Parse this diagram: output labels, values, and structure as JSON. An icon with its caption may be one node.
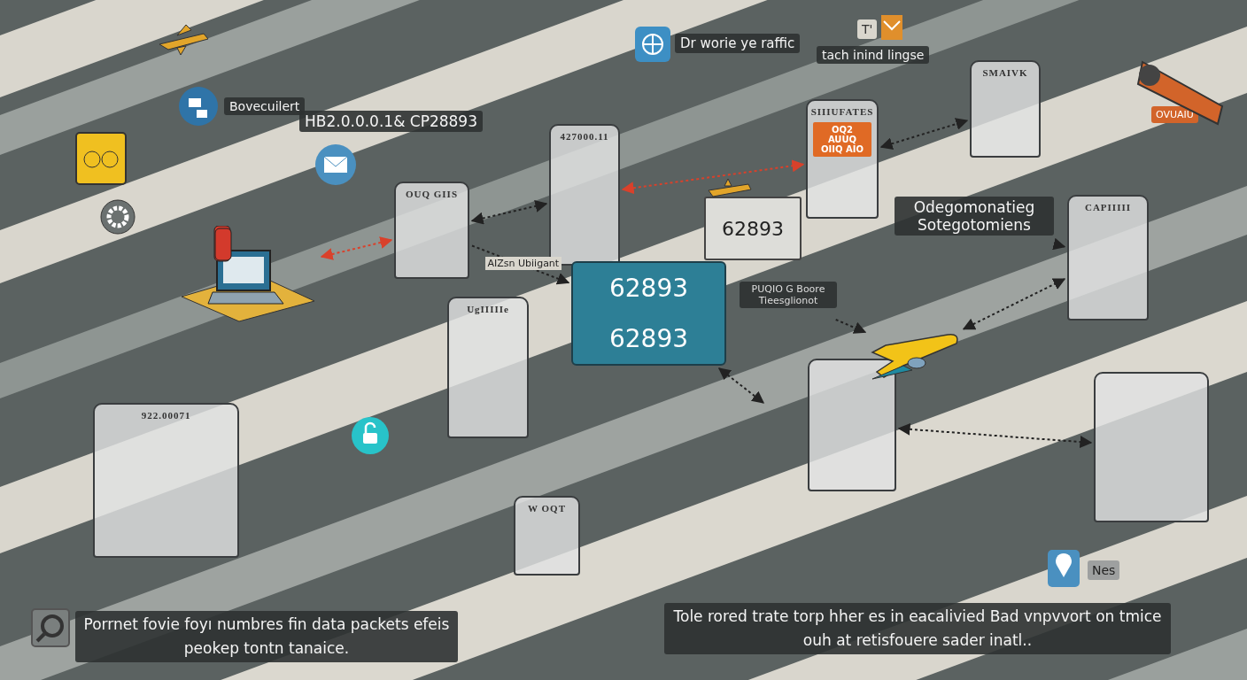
{
  "diagram": {
    "nodes": [
      {
        "text": [
          "OUQ GIIS"
        ]
      },
      {
        "text": [
          "427000.11"
        ]
      },
      {
        "text": [
          "SIIIUFATES",
          "OQ2 AUUQ OIIQ AIO"
        ]
      },
      {
        "text": [
          "SMAIVK"
        ]
      },
      {
        "text": [
          "62893",
          "62893"
        ]
      },
      {
        "text": [
          "62893"
        ]
      },
      {
        "text": [
          "UgIIIIIe"
        ]
      },
      {
        "text": [
          "CAPIIIII"
        ]
      },
      {
        "text": [
          "922.00071"
        ]
      },
      {
        "text": [],
        "shape": "box"
      },
      {
        "text": [],
        "shape": "box"
      },
      {
        "text": [
          "W OQT"
        ]
      },
      {
        "text": [],
        "shape": "picture"
      },
      {
        "text": [
          "Odegomonatieg Sotegotomiens"
        ]
      },
      {
        "text": [
          "PUQIO G Boore Tieesglionot"
        ]
      },
      {
        "text": [],
        "shape": "picture"
      }
    ],
    "edges": [
      {
        "from": 12,
        "to": 0,
        "arrow": "both",
        "style": "dashed",
        "color": "#d9412b"
      },
      {
        "from": 0,
        "to": 1,
        "arrow": "both",
        "style": "dashed"
      },
      {
        "from": 0,
        "to": 4,
        "arrow": "to",
        "style": "dashed",
        "label": "AIZsn Ubiigant"
      },
      {
        "from": 1,
        "to": 2,
        "arrow": "both",
        "style": "dashed",
        "color": "#d9412b"
      },
      {
        "from": 2,
        "to": 3,
        "arrow": "both",
        "style": "dashed"
      },
      {
        "from": 13,
        "to": 7,
        "arrow": "to",
        "style": "dashed"
      },
      {
        "from": 14,
        "to": 15,
        "arrow": "to",
        "style": "dashed"
      },
      {
        "from": 15,
        "to": 7,
        "arrow": "both",
        "style": "dashed"
      },
      {
        "from": 4,
        "to": null,
        "arrow": "both",
        "style": "dashed"
      },
      {
        "from": 9,
        "to": 10,
        "arrow": "both",
        "style": "dashed"
      }
    ],
    "labels": [
      "T'",
      "Dr worie ye raffic",
      "tach inind lingse",
      "Bovecuilert",
      "OVUAIU",
      "HB2.0.0.0.1& CP28893",
      "Nes",
      "Porrnet fovie foyı numbres fin data packets efeis peokep tontn tanaice.",
      "Tole rored trate torp hher es in eacalivied Bad vnpvvort on tmice ouh at retisfouere sader inatl.."
    ]
  }
}
